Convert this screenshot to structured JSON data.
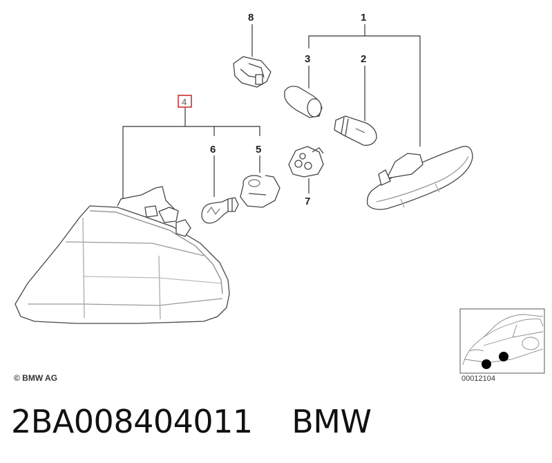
{
  "callouts": {
    "c1": "1",
    "c2": "2",
    "c3": "3",
    "c4": "4",
    "c5": "5",
    "c6": "6",
    "c7": "7",
    "c8": "8"
  },
  "copyright": "© BMW AG",
  "ref_code": "00012104",
  "caption": {
    "part_number": "2BA008404011",
    "brand": "BMW"
  },
  "colors": {
    "line": "#333333",
    "highlight_box": "#cc2222",
    "marker_dot": "#000000"
  }
}
